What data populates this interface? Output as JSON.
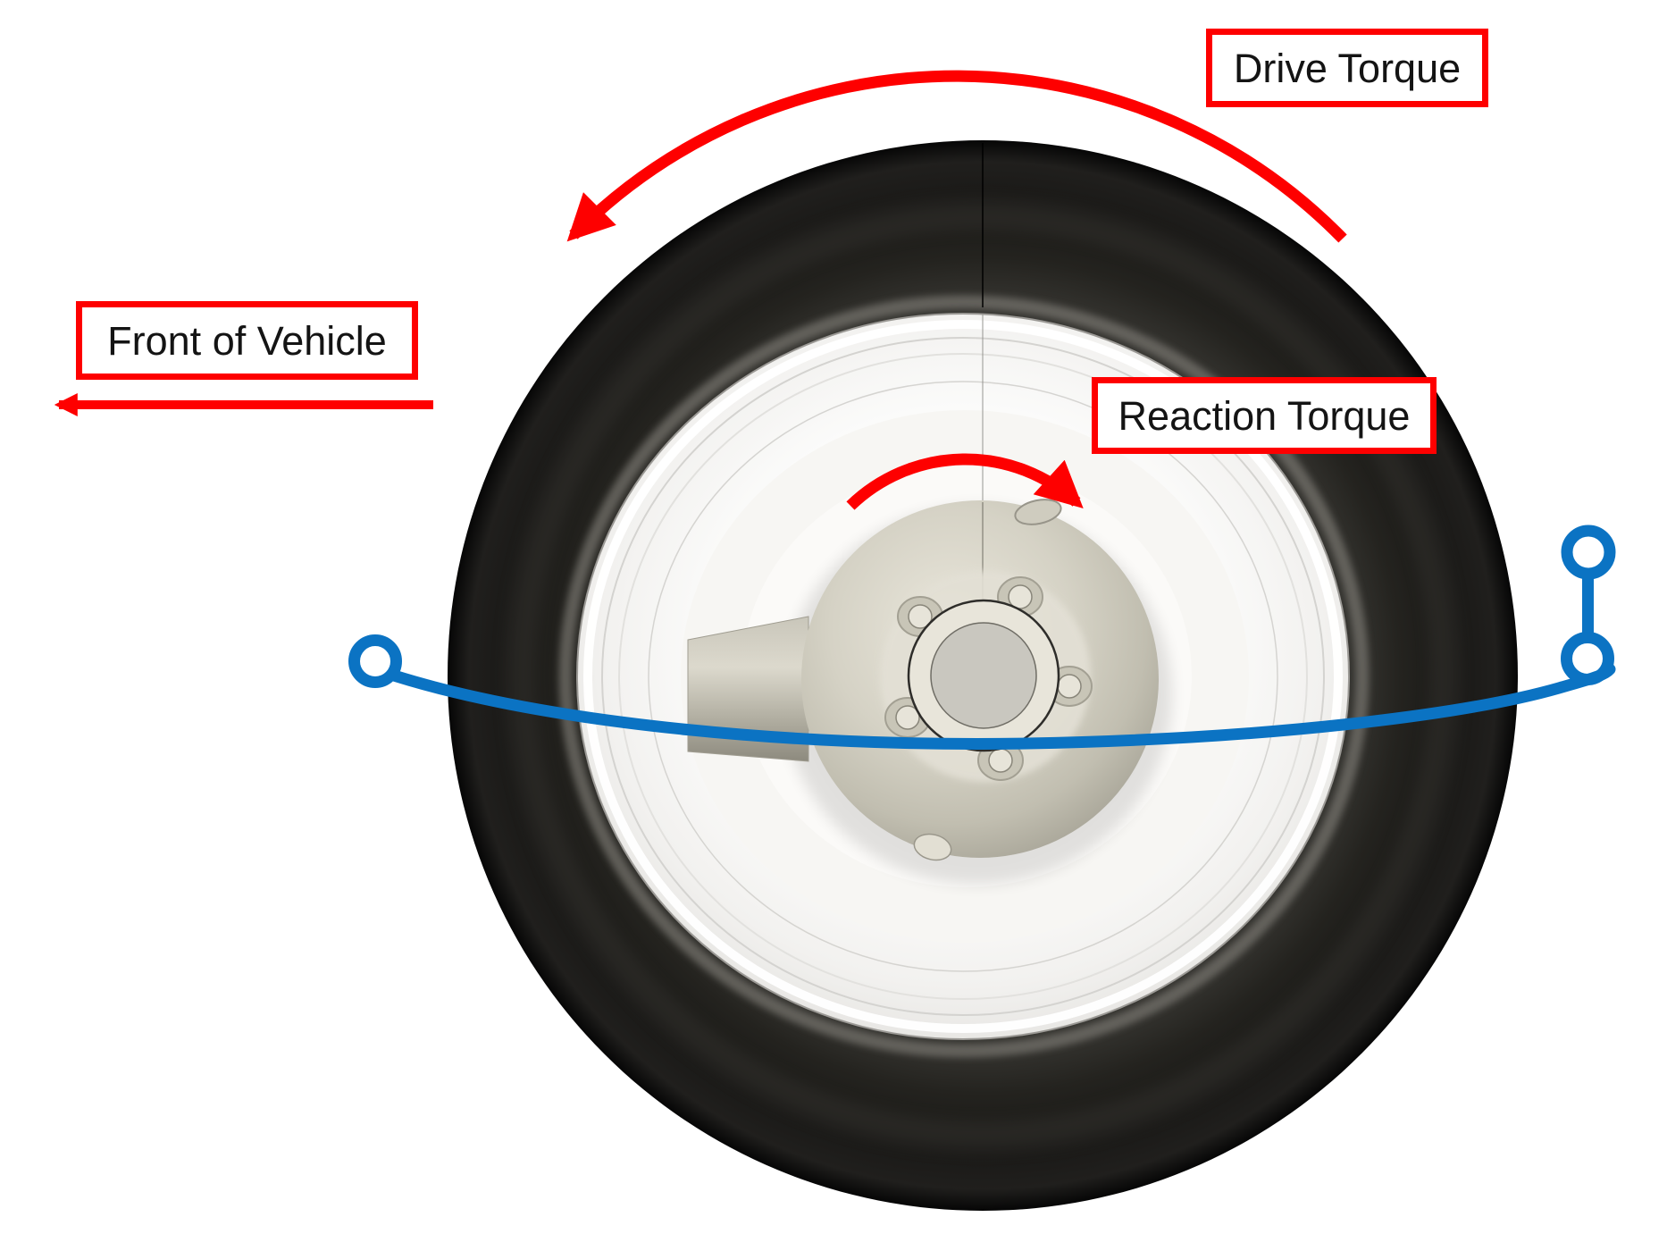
{
  "labels": {
    "drive_torque": "Drive Torque",
    "front_of_vehicle": "Front of Vehicle",
    "reaction_torque": "Reaction Torque"
  },
  "colors": {
    "annotation_red": "#FE0000",
    "linkage_blue": "#0B73C3",
    "background": "#FFFFFF",
    "tire_black": "#1A1917",
    "hub_beige": "#CFCCBE"
  },
  "annotations": {
    "drive_torque_arrow_direction": "counterclockwise",
    "reaction_torque_arrow_direction": "clockwise",
    "front_of_vehicle_arrow_direction": "left"
  }
}
